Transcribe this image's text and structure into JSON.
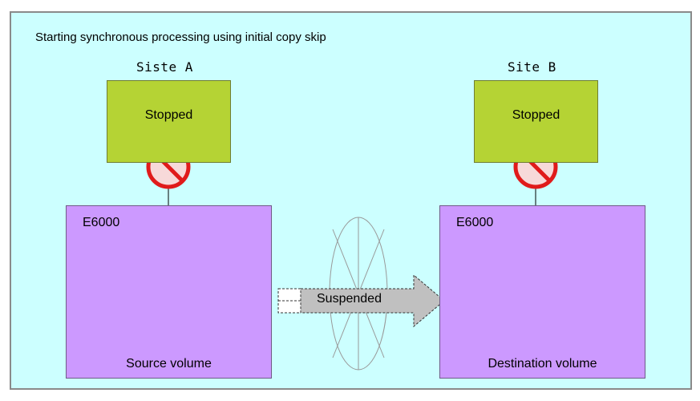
{
  "title": "Starting synchronous processing using initial copy skip",
  "site_a": {
    "label": "Siste A",
    "server_status": "Stopped",
    "storage_model": "E6000",
    "volume_label": "Source volume",
    "volume_color": "#2f5fd6"
  },
  "site_b": {
    "label": "Site B",
    "server_status": "Stopped",
    "storage_model": "E6000",
    "volume_label": "Destination volume",
    "volume_color": "#c6eab6"
  },
  "link": {
    "status": "Suspended"
  },
  "colors": {
    "background": "#ccffff",
    "server": "#b5d334",
    "storage": "#cc99ff",
    "prohibit": "#e01b1b"
  },
  "icons": [
    "prohibited-icon",
    "network-icon",
    "arrow-icon",
    "cylinder-icon"
  ]
}
